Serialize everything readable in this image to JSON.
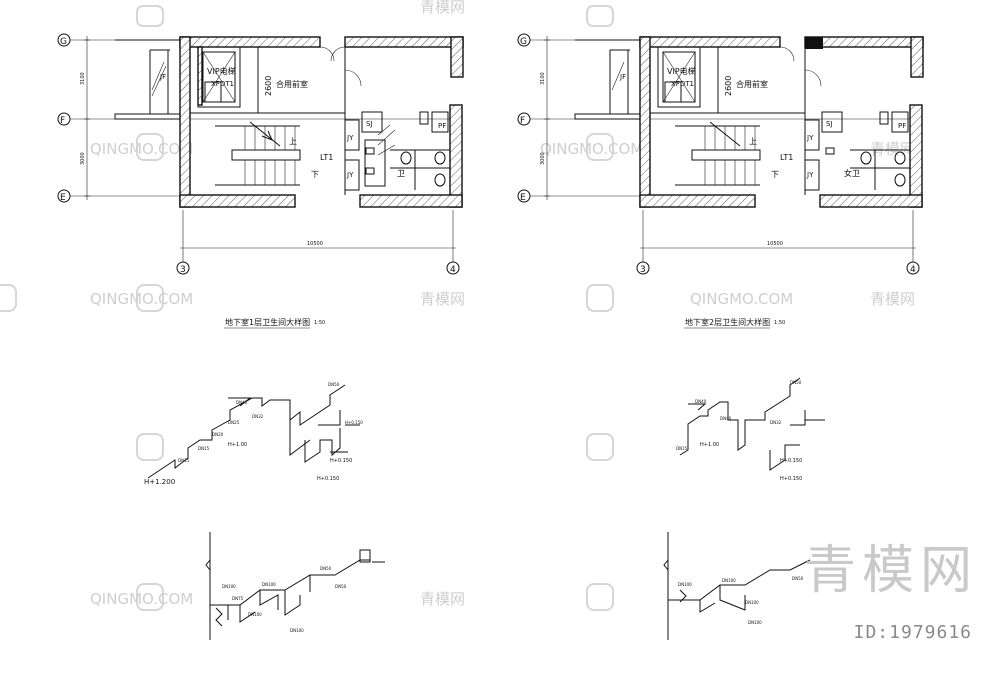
{
  "drawings": [
    {
      "grid": {
        "top": "G",
        "mid": "F",
        "low": "E",
        "left": "3",
        "right": "4"
      },
      "dims": {
        "overall": "10500",
        "top_span": "3100",
        "low_span": "3000",
        "lift_room": "2600"
      },
      "rooms": {
        "elevator": "VIP电梯",
        "elevator_code": "XFDT1",
        "lobby": "合用前室",
        "stair": "LT1",
        "up": "上",
        "down": "下",
        "shaft_jf": "JF",
        "shaft_jy_1": "JY",
        "shaft_jy_2": "JY",
        "sj": "SJ",
        "pf": "PF",
        "toilet": "卫"
      },
      "caption": "地下室1层卫生间大样图",
      "scale": "1:50",
      "pipe_labels": [
        "DN40",
        "DN32",
        "DN25",
        "DN20",
        "DN15",
        "DN15",
        "DN50",
        "H+1.200",
        "H+1.00",
        "H+0.150",
        "H+0.150",
        "H+0.150"
      ],
      "drain_labels": [
        "DN100",
        "DN100",
        "DN75",
        "DN100",
        "DN50",
        "DN100",
        "DN50"
      ]
    },
    {
      "grid": {
        "top": "G",
        "mid": "F",
        "low": "E",
        "left": "3",
        "right": "4"
      },
      "dims": {
        "overall": "10500",
        "top_span": "3100",
        "low_span": "3000",
        "lift_room": "2600"
      },
      "rooms": {
        "elevator": "VIP电梯",
        "elevator_code": "XFDT1",
        "lobby": "合用前室",
        "stair": "LT1",
        "up": "上",
        "down": "下",
        "shaft_jf": "JF",
        "shaft_jy_1": "JY",
        "shaft_jy_2": "JY",
        "sj": "SJ",
        "pf": "PF",
        "toilet": "女卫"
      },
      "caption": "地下室2层卫生间大样图",
      "scale": "1:50",
      "pipe_labels": [
        "DN40",
        "DN32",
        "DN15",
        "DN40",
        "DN50",
        "H+1.00",
        "H+0.150",
        "H+0.150"
      ],
      "drain_labels": [
        "DN100",
        "DN100",
        "DN100",
        "DN50",
        "DN100"
      ]
    }
  ],
  "watermark": {
    "text": "QINGMO.COM",
    "cn": "青模网"
  },
  "brand": {
    "name": "青模网",
    "id": "ID:1979616"
  }
}
